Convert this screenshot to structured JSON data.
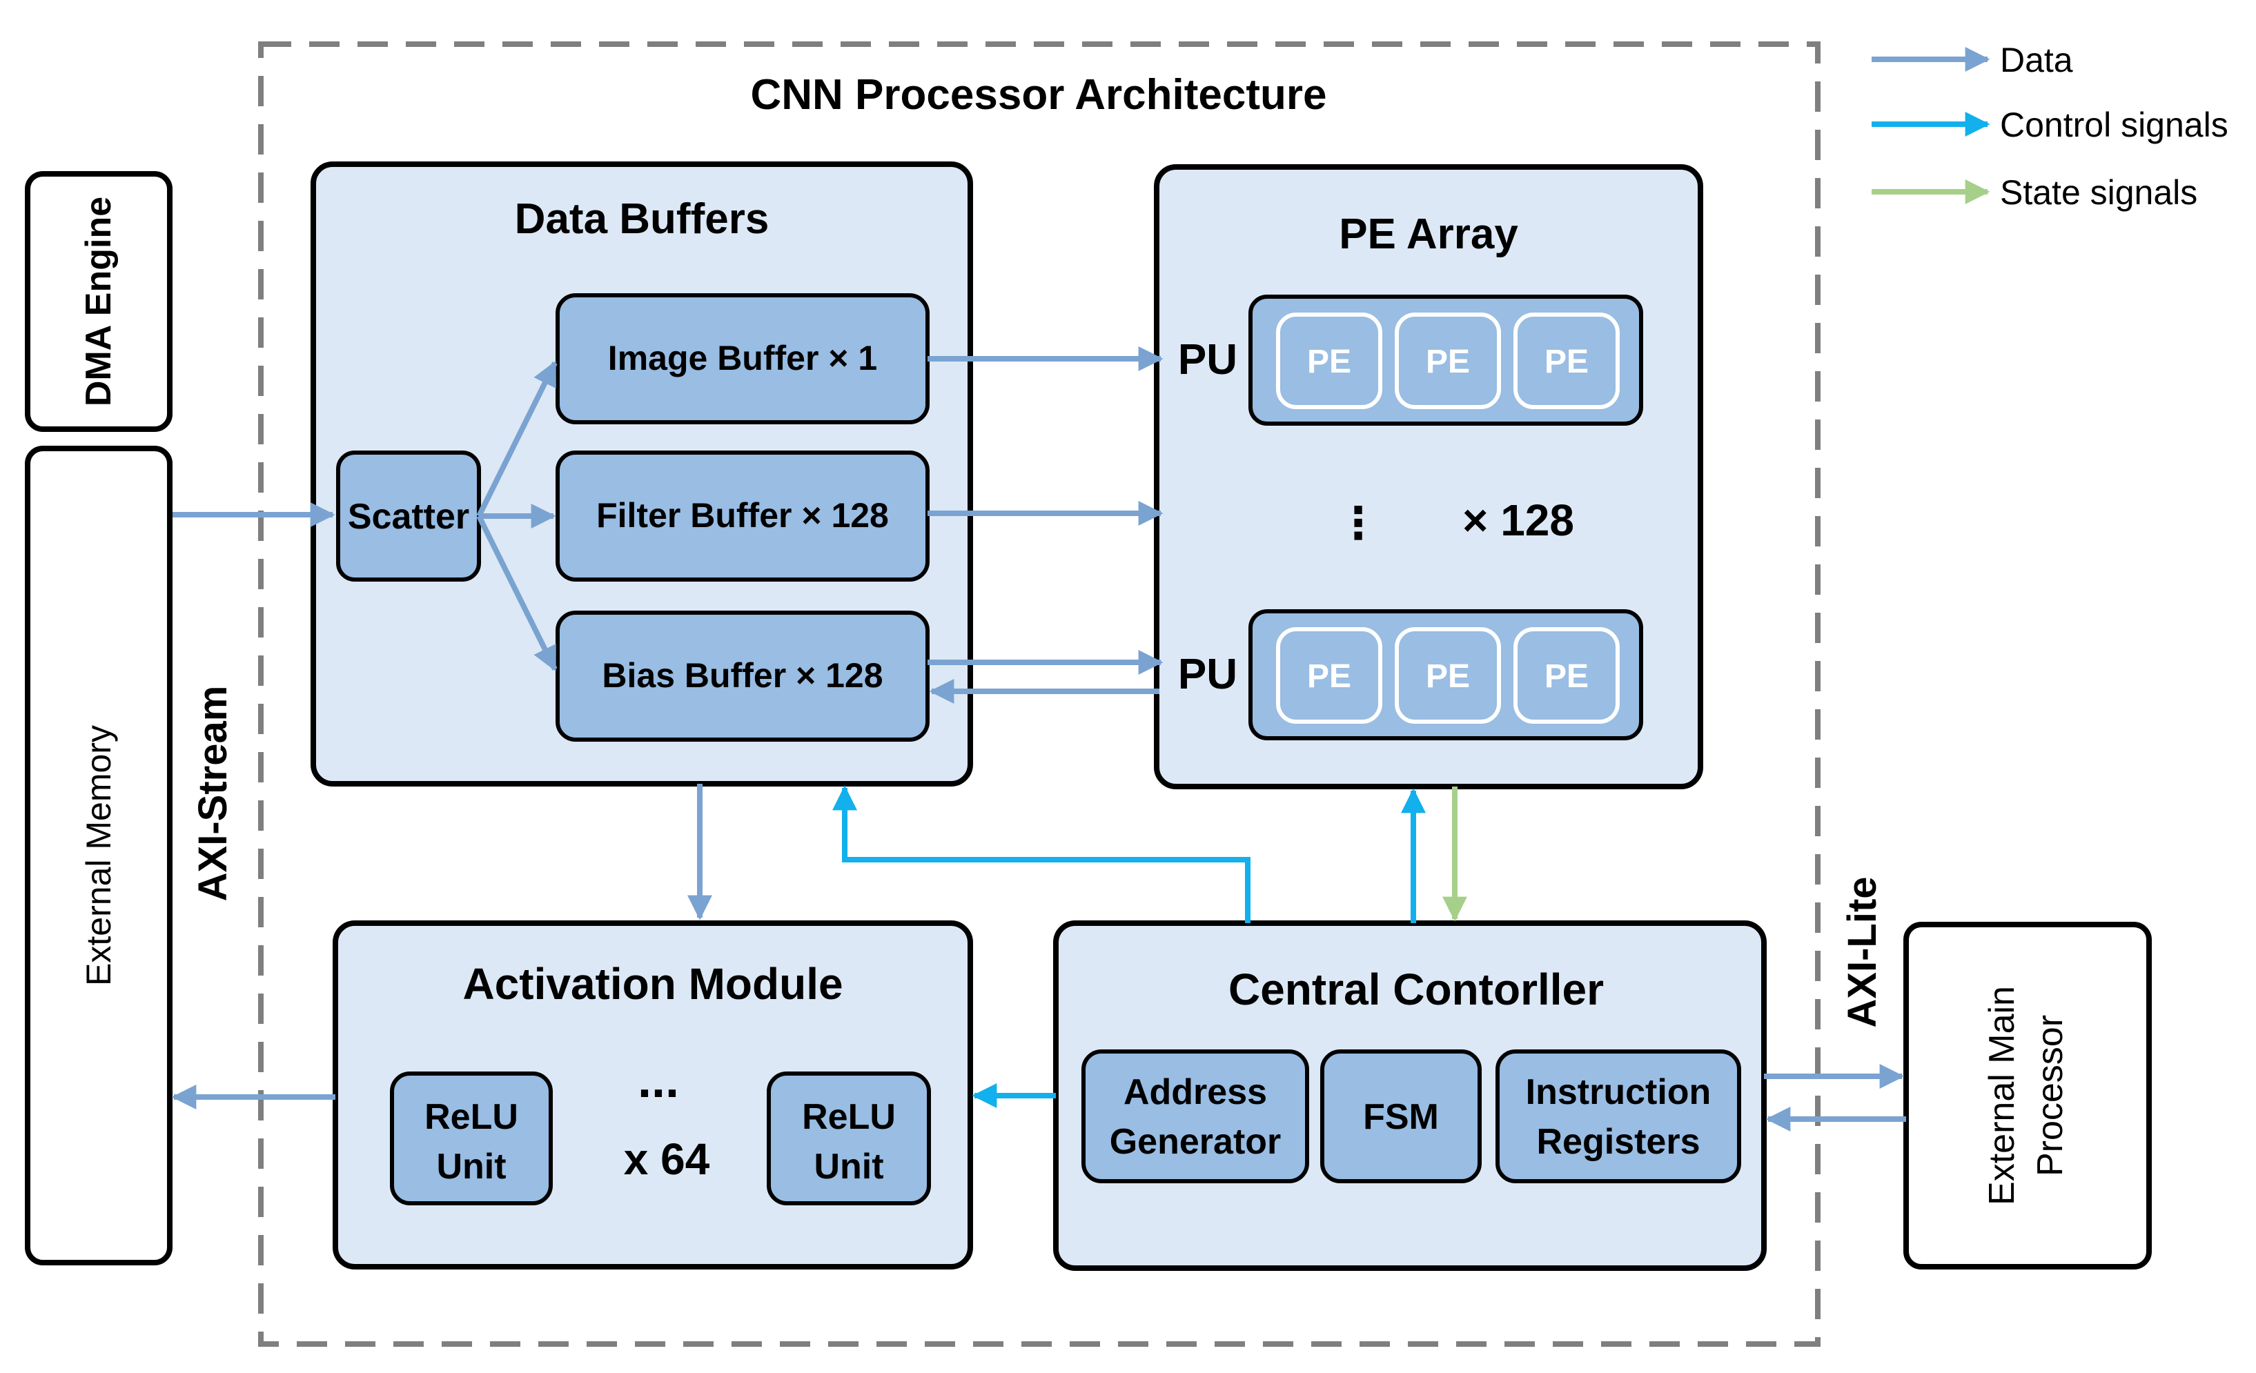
{
  "title": "CNN Processor Architecture",
  "legend": {
    "data": "Data",
    "control": "Control signals",
    "state": "State signals"
  },
  "colors": {
    "data_arrow": "#7aa3d1",
    "control_arrow": "#12b0ec",
    "state_arrow": "#a6d08a",
    "panel_fill": "#dce8f5",
    "inner_fill": "#99bde3",
    "dashed_border": "#7f7f7f"
  },
  "external": {
    "dma": "DMA Engine",
    "memory": "External Memory",
    "axi_stream": "AXI-Stream",
    "axi_lite": "AXI-Lite",
    "main_processor_line1": "External Main",
    "main_processor_line2": "Processor"
  },
  "data_buffers": {
    "title": "Data Buffers",
    "scatter": "Scatter",
    "image_buffer": "Image Buffer × 1",
    "filter_buffer": "Filter Buffer × 128",
    "bias_buffer": "Bias Buffer × 128"
  },
  "pe_array": {
    "title": "PE Array",
    "pu_label": "PU",
    "pe_label": "PE",
    "ellipsis": "⋮",
    "multiplier": "× 128"
  },
  "activation": {
    "title": "Activation Module",
    "relu_line1": "ReLU",
    "relu_line2": "Unit",
    "ellipsis": "...",
    "multiplier": "x 64"
  },
  "controller": {
    "title": "Central Contorller",
    "address_line1": "Address",
    "address_line2": "Generator",
    "fsm": "FSM",
    "instr_line1": "Instruction",
    "instr_line2": "Registers"
  }
}
